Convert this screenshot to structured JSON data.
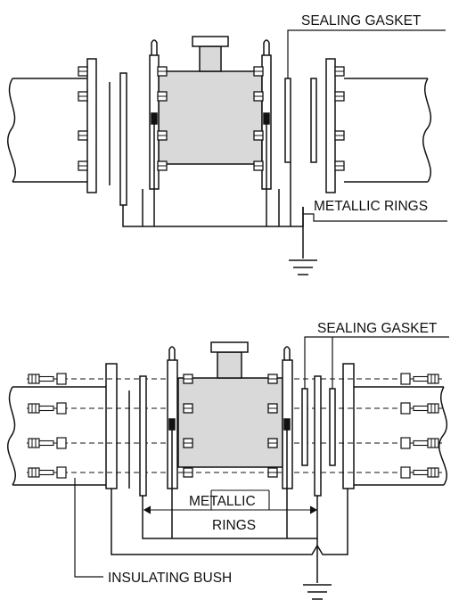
{
  "top_diagram": {
    "labels": {
      "sealing_gasket": "SEALING GASKET",
      "metallic_rings": "METALLIC RINGS"
    }
  },
  "bottom_diagram": {
    "labels": {
      "sealing_gasket": "SEALING GASKET",
      "metallic": "METALLIC",
      "rings": "RINGS",
      "insulating_bush": "INSULATING BUSH"
    }
  },
  "colors": {
    "line": "#111111",
    "meter_fill": "#d9d9d9",
    "component_fill": "#ffffff"
  }
}
